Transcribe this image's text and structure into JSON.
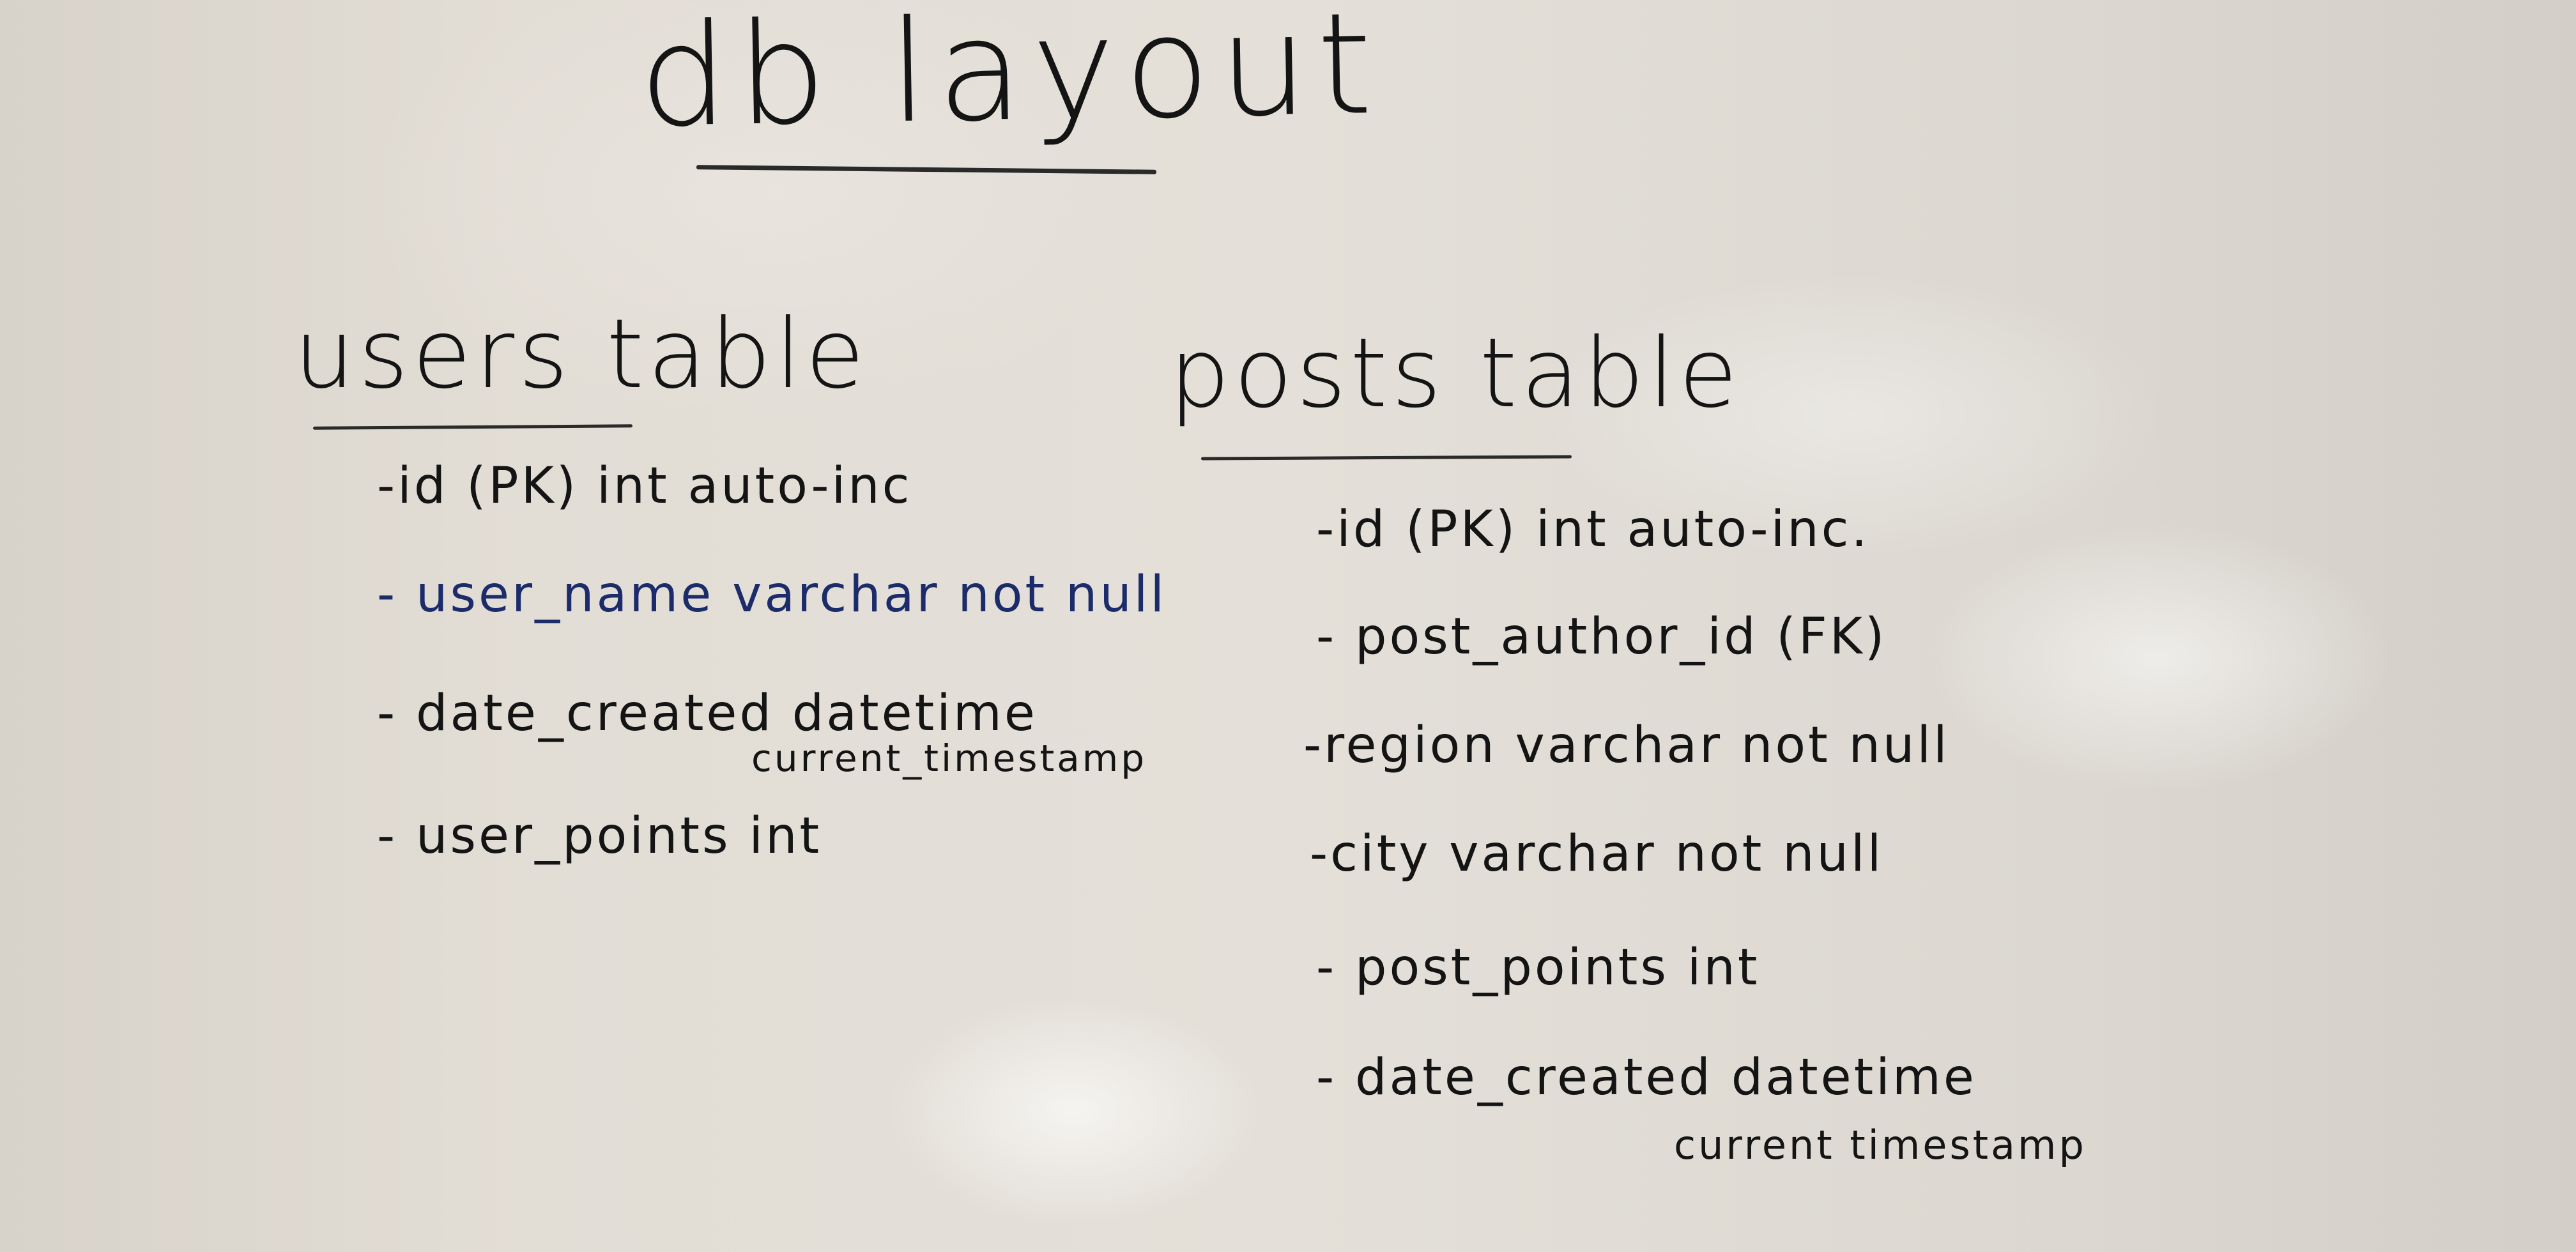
{
  "title": "db layout",
  "users": {
    "heading": "users table",
    "fields": [
      "-id  (PK) int auto-inc",
      "- user_name  varchar  not null",
      "- date_created  datetime",
      "current_timestamp",
      "- user_points  int"
    ]
  },
  "posts": {
    "heading": "posts table",
    "fields": [
      "-id  (PK) int auto-inc.",
      "- post_author_id  (FK)",
      "-region  varchar  not null",
      "-city  varchar not null",
      "- post_points  int",
      "- date_created datetime",
      "current timestamp"
    ]
  },
  "colors": {
    "board": "#e2ddd5",
    "marker_black": "#141414",
    "marker_blue": "#1c2c6a"
  }
}
